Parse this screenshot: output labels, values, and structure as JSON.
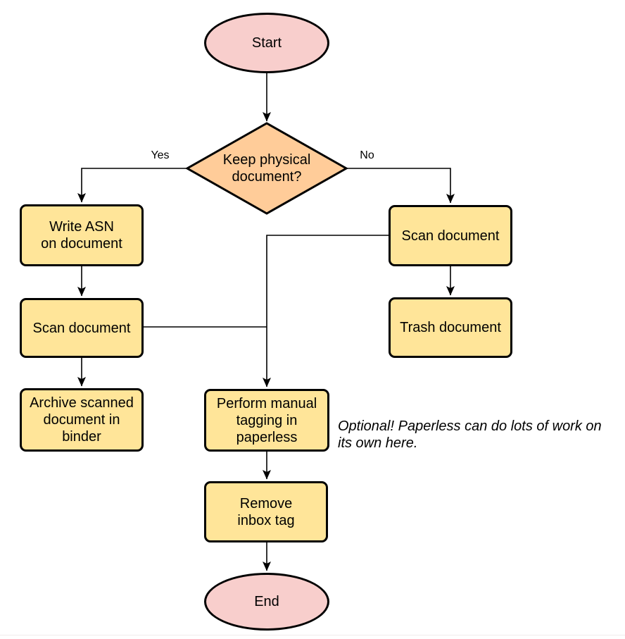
{
  "diagram": {
    "colors": {
      "terminal-fill": "#F8CECC",
      "decision-fill": "#FFCC99",
      "process-fill": "#FFE599",
      "stroke": "#000000",
      "page-edge": "#F2EBEB"
    },
    "nodes": {
      "start": {
        "lines": [
          "Start"
        ]
      },
      "decision": {
        "lines": [
          "Keep physical",
          "document?"
        ]
      },
      "write_asn": {
        "lines": [
          "Write ASN",
          "on document"
        ]
      },
      "scan_left": {
        "lines": [
          "Scan document"
        ]
      },
      "archive": {
        "lines": [
          "Archive scanned",
          "document in",
          "binder"
        ]
      },
      "scan_right": {
        "lines": [
          "Scan document"
        ]
      },
      "trash": {
        "lines": [
          "Trash document"
        ]
      },
      "tagging": {
        "lines": [
          "Perform manual",
          "tagging in",
          "paperless"
        ]
      },
      "remove_inbox": {
        "lines": [
          "Remove",
          "inbox tag"
        ]
      },
      "end": {
        "lines": [
          "End"
        ]
      }
    },
    "edge_labels": {
      "yes": "Yes",
      "no": "No"
    },
    "note": {
      "lines": [
        "Optional! Paperless can do lots of work on",
        "its own here."
      ]
    }
  }
}
